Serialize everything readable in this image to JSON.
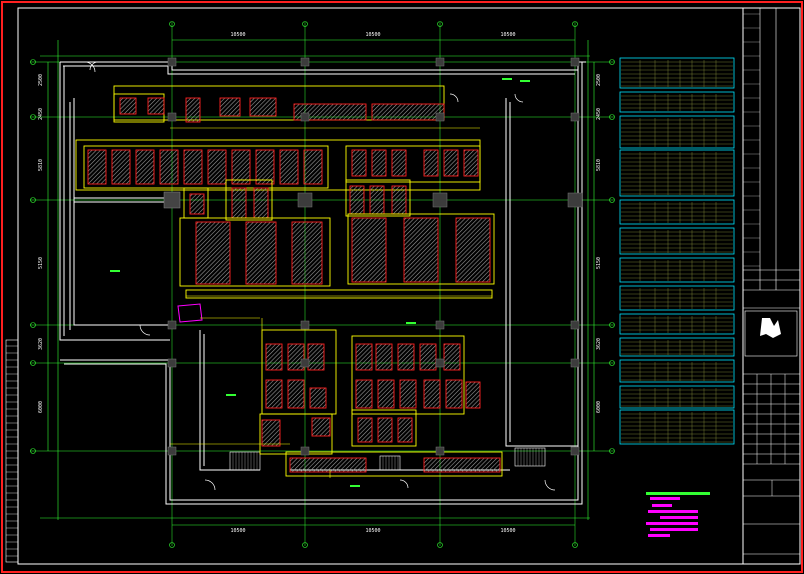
{
  "drawing": {
    "top_dimensions": [
      "10500",
      "10500",
      "10500"
    ],
    "bottom_dimensions": [
      "10500",
      "10500",
      "10500"
    ],
    "left_dimensions": [
      "2500",
      "2450",
      "5810",
      "5150",
      "3620",
      "6000"
    ],
    "right_dimensions": [
      "2500",
      "2450",
      "5810",
      "5150",
      "3620",
      "6000"
    ]
  },
  "colors": {
    "background": "#000000",
    "frame": "#ff2020",
    "wall": "#ffffff",
    "axis": "#33ff33",
    "equipment": "#ffff00",
    "equipment_core": "#ff2020",
    "hatch": "#808080",
    "column": "#555555",
    "table": "#00e5ff",
    "note": "#ff00ff"
  }
}
